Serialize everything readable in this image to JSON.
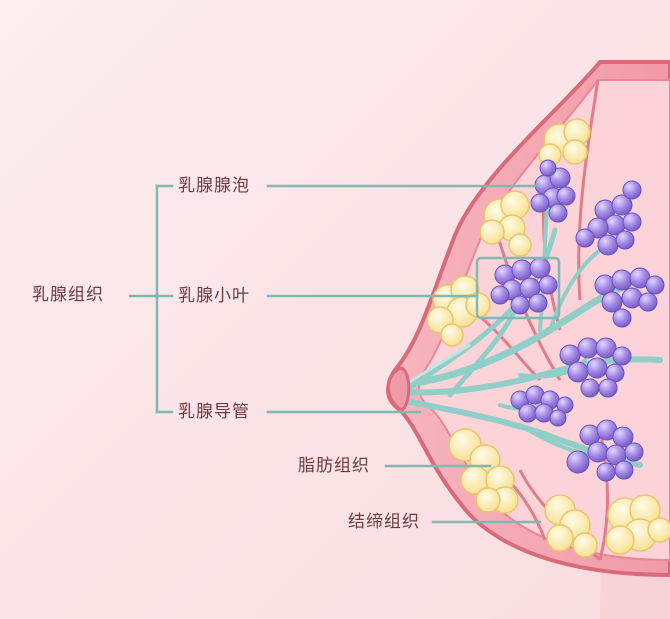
{
  "root_label": "乳腺组织",
  "labels": {
    "alveoli": "乳腺腺泡",
    "lobule": "乳腺小叶",
    "duct": "乳腺导管",
    "adipose": "脂肪组织",
    "connective": "结缔组织"
  },
  "colors": {
    "background": "#fbe6e9",
    "leader_line": "#7fb9b3",
    "breast_outline": "#d96a7a",
    "tissue_pink": "#f3a7b1",
    "lobule_purple": "#9b7fe0",
    "fat_yellow": "#fbe9a3",
    "duct_teal": "#8fcfc7",
    "label_text": "#6b3b3e"
  }
}
